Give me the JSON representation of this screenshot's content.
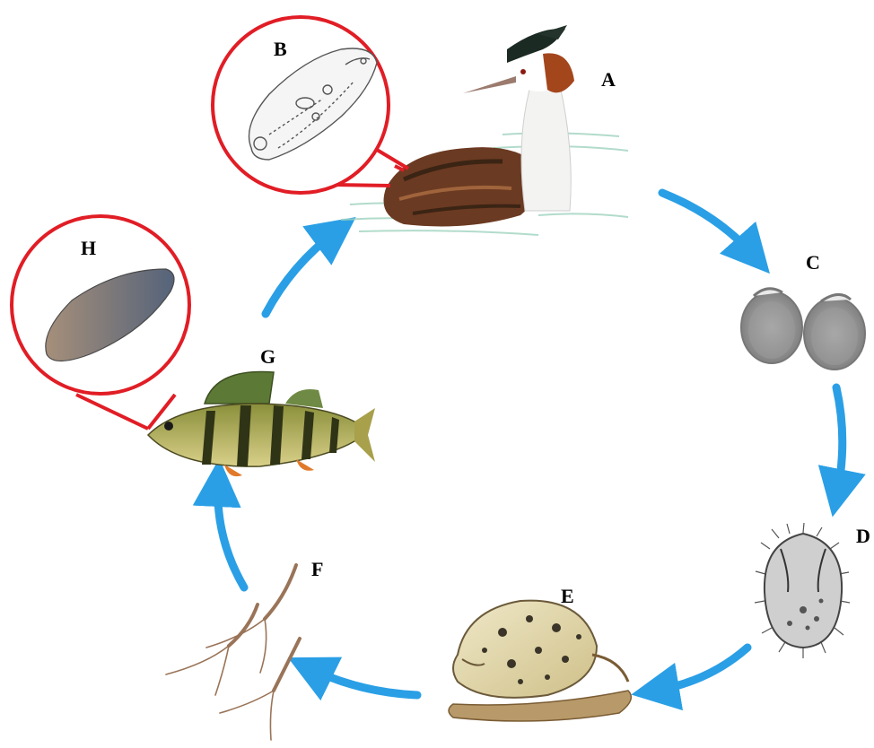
{
  "labels": {
    "A": "A",
    "B": "B",
    "C": "C",
    "D": "D",
    "E": "E",
    "F": "F",
    "G": "G",
    "H": "H"
  },
  "stages": [
    {
      "id": "A",
      "icon": "grebe-bird"
    },
    {
      "id": "B",
      "icon": "adult-fluke"
    },
    {
      "id": "C",
      "icon": "eggs"
    },
    {
      "id": "D",
      "icon": "miracidium"
    },
    {
      "id": "E",
      "icon": "snail"
    },
    {
      "id": "F",
      "icon": "cercariae"
    },
    {
      "id": "G",
      "icon": "perch-fish"
    },
    {
      "id": "H",
      "icon": "metacercaria"
    }
  ],
  "colors": {
    "arrow": "#2a9fe6",
    "callout": "#e11d25",
    "label": "#000000"
  }
}
